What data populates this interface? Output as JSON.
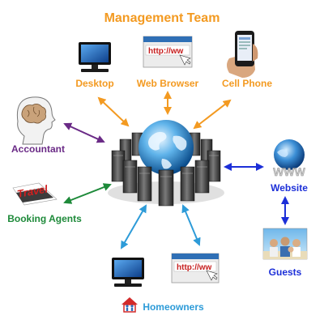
{
  "title": "Management Team",
  "labels": {
    "desktop": "Desktop",
    "web_browser": "Web Browser",
    "cell_phone": "Cell Phone",
    "accountant": "Accountant",
    "booking_agents": "Booking Agents",
    "website": "Website",
    "guests": "Guests",
    "homeowners": "Homeowners"
  },
  "image_text": {
    "browser_url": "http://ww",
    "browser_url_bottom": "http://ww",
    "travel": "Travel",
    "www": "WWW"
  },
  "colors": {
    "management": "#f39a21",
    "accountant": "#6a2a86",
    "booking": "#1e8a3a",
    "website": "#1c2fd8",
    "homeowners": "#2d9bd8"
  },
  "icons": [
    "desktop-icon",
    "web-browser-icon",
    "cell-phone-icon",
    "brain-head-icon",
    "travel-icon",
    "server-globe-icon",
    "www-globe-icon",
    "guests-photo-icon",
    "house-people-icon"
  ]
}
